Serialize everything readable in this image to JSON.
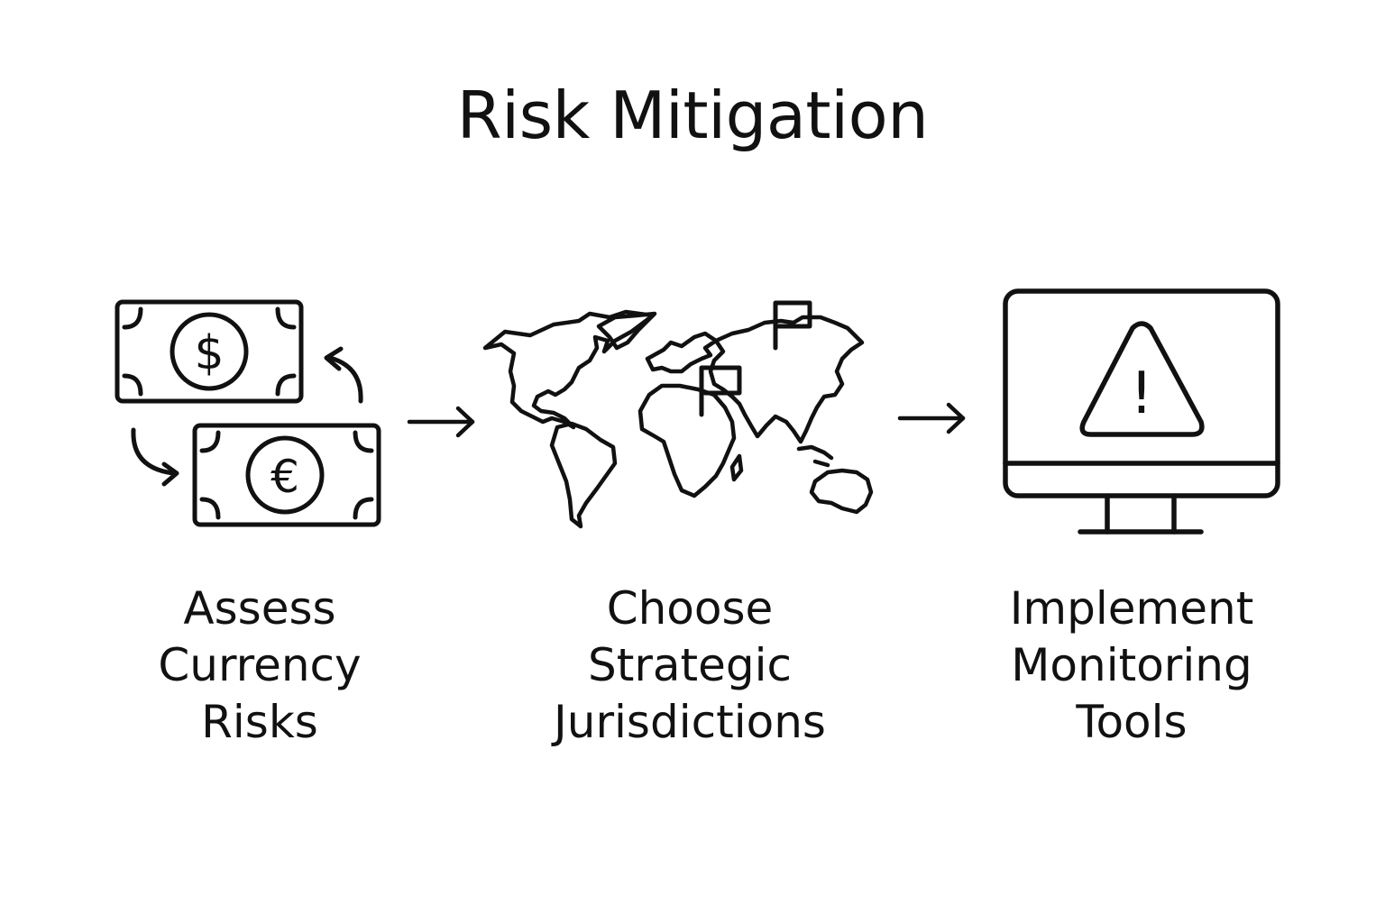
{
  "title": "Risk Mitigation",
  "colors": {
    "background": "#ffffff",
    "ink": "#111111"
  },
  "steps": [
    {
      "icon": "currency-exchange-icon",
      "label_lines": [
        "Assess",
        "Currency",
        "Risks"
      ]
    },
    {
      "icon": "world-map-icon",
      "label_lines": [
        "Choose",
        "Strategic",
        "Jurisdictions"
      ]
    },
    {
      "icon": "monitor-warning-icon",
      "label_lines": [
        "Implement",
        "Monitoring",
        "Tools"
      ]
    }
  ],
  "connectors": [
    "arrow-right-icon",
    "arrow-right-icon"
  ],
  "symbols": {
    "dollar": "$",
    "euro": "€",
    "alert": "!"
  }
}
